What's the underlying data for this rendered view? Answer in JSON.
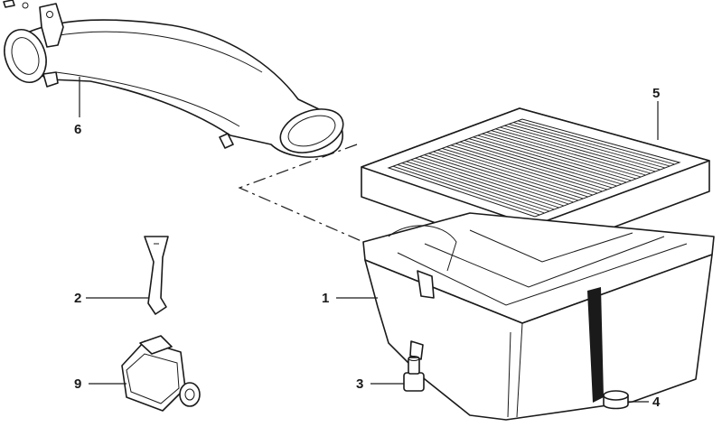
{
  "callouts": [
    {
      "id": "1",
      "label": "1"
    },
    {
      "id": "2",
      "label": "2"
    },
    {
      "id": "3",
      "label": "3"
    },
    {
      "id": "4",
      "label": "4"
    },
    {
      "id": "5",
      "label": "5"
    },
    {
      "id": "6",
      "label": "6"
    },
    {
      "id": "9",
      "label": "9"
    }
  ]
}
